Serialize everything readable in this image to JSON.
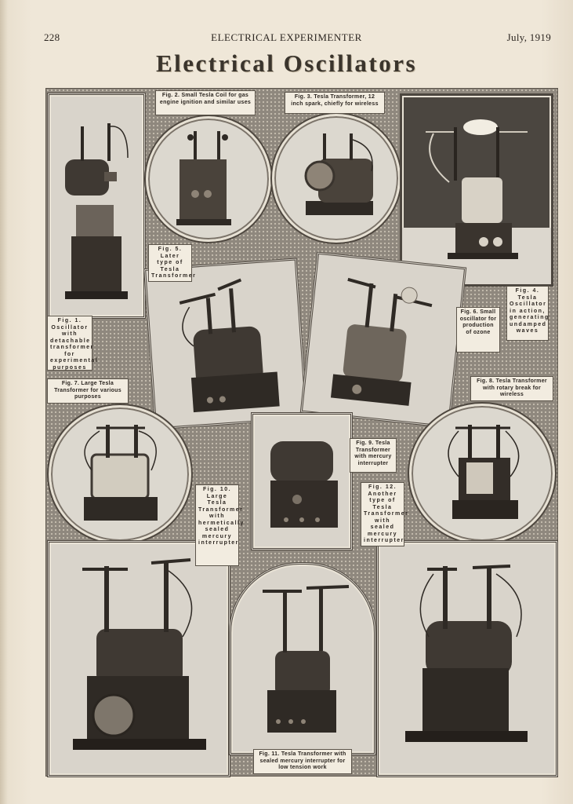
{
  "header": {
    "page_number": "228",
    "journal": "ELECTRICAL EXPERIMENTER",
    "date": "July, 1919"
  },
  "title": "Electrical Oscillators",
  "captions": {
    "fig1": "Fig. 1. Oscillator with detachable transformer for experimental purposes",
    "fig2": "Fig. 2. Small Tesla Coil for gas engine ignition and similar uses",
    "fig3": "Fig. 3. Tesla Transformer, 12 inch spark, chiefly for wireless",
    "fig4": "Fig. 4. Tesla Oscillator in action, generating undamped waves",
    "fig5": "Fig. 5. Later type of Tesla Transformer",
    "fig6": "Fig. 6. Small oscillator for production of ozone",
    "fig7": "Fig. 7. Large Tesla Transformer for various purposes",
    "fig8": "Fig. 8. Tesla Transformer with rotary break for wireless",
    "fig9": "Fig. 9. Tesla Transformer with mercury interrupter",
    "fig10": "Fig. 10. Large Tesla Transformer with hermetically sealed mercury interrupter",
    "fig11": "Fig. 11. Tesla Transformer with sealed mercury interrupter for low tension work",
    "fig12": "Fig. 12. Another type of Tesla Transformer with sealed mercury interrupter"
  }
}
